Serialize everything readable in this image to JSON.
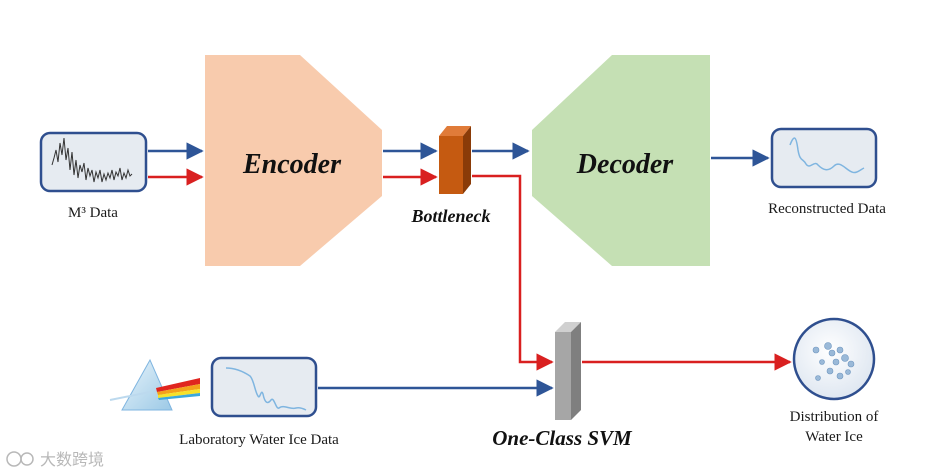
{
  "labels": {
    "m3_data": "M³ Data",
    "encoder": "Encoder",
    "decoder": "Decoder",
    "bottleneck": "Bottleneck",
    "reconstructed_data": "Reconstructed Data",
    "lab_water_ice_data": "Laboratory Water Ice Data",
    "one_class_svm": "One-Class SVM",
    "distribution_line1": "Distribution of",
    "distribution_line2": "Water Ice",
    "watermark": "大数跨境"
  },
  "colors": {
    "encoder_fill": "#f8cbad",
    "decoder_fill": "#c5e0b4",
    "bottleneck_front": "#c55a11",
    "bottleneck_side": "#8a3b08",
    "bottleneck_top": "#e07b39",
    "svm_front": "#a6a6a6",
    "svm_side": "#7f7f7f",
    "svm_top": "#d0d0d0",
    "panel_fill": "#e6ebf1",
    "panel_border": "#2f4f8f",
    "arrow_blue": "#2e5597",
    "arrow_red": "#d92020",
    "spectrum_line": "#7fb5e0",
    "raw_signal_line": "#333333"
  }
}
